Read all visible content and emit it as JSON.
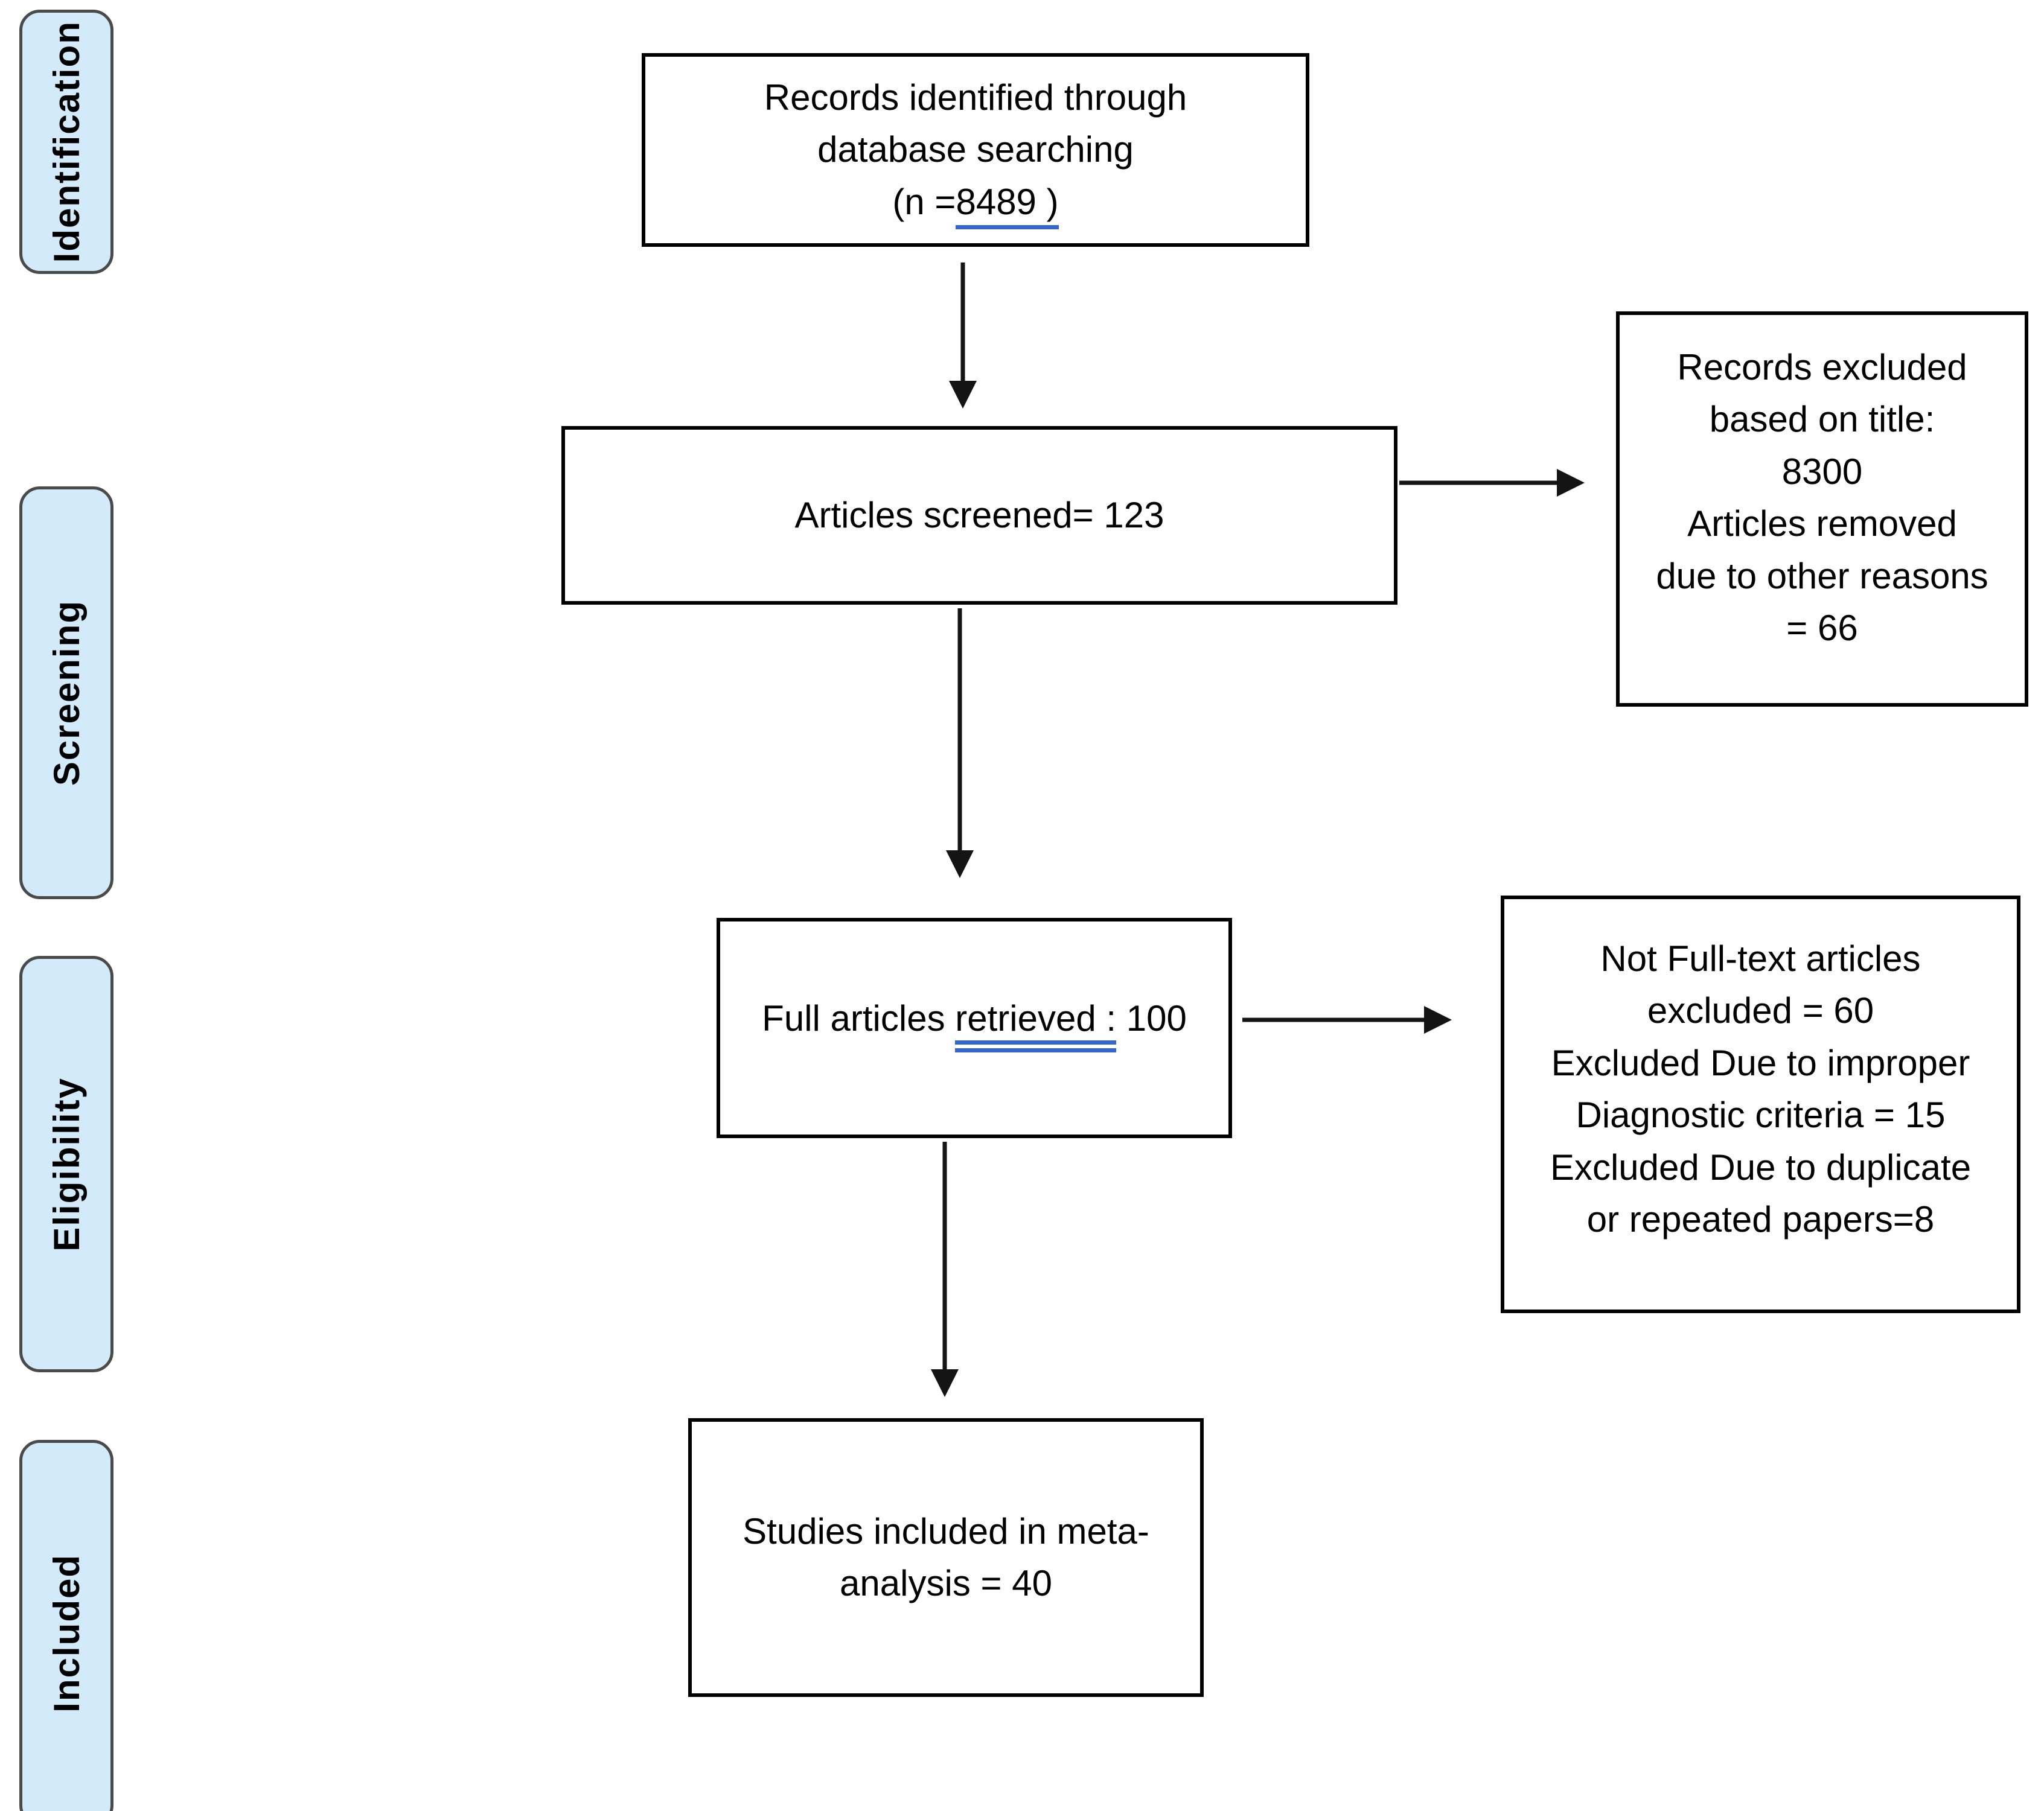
{
  "stages": [
    {
      "label": "Identification"
    },
    {
      "label": "Screening"
    },
    {
      "label": "Eligibility"
    },
    {
      "label": "Included"
    }
  ],
  "boxes": {
    "identified": {
      "line1": "Records identified through",
      "line2": "database searching",
      "n_prefix": "(n =",
      "n_underlined": "8489 )"
    },
    "screened": {
      "text": "Articles screened= 123"
    },
    "excluded_by_title": {
      "line1": "Records excluded",
      "line2": "based on title:",
      "line3": "8300",
      "line4": "Articles removed",
      "line5": "due to other reasons",
      "line6": "= 66"
    },
    "retrieved": {
      "prefix": "Full articles ",
      "underlined": "retrieved :",
      "suffix": " 100"
    },
    "fulltext_excluded": {
      "line1": "Not Full-text articles",
      "line2": "excluded = 60",
      "line3": "Excluded Due to improper",
      "line4": "Diagnostic criteria = 15",
      "line5": "Excluded Due to duplicate",
      "line6": "or repeated papers=8"
    },
    "included_meta": {
      "line1": "Studies included in meta-",
      "line2": "analysis = 40"
    }
  },
  "colors": {
    "stage_fill": "#d3eafa",
    "stage_border": "#4a4a4a",
    "box_border": "#000000",
    "underline_blue": "#3565cf",
    "arrow": "#141414"
  }
}
